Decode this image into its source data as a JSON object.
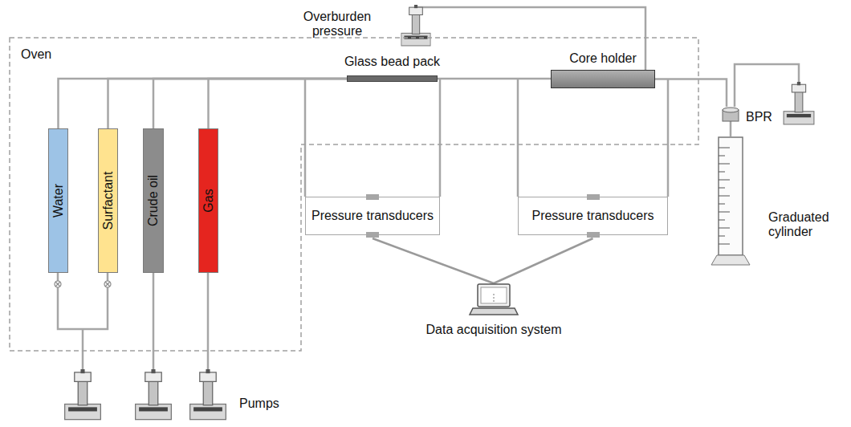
{
  "diagram": {
    "nodes": [
      {
        "text": [
          "Overburden pressure"
        ]
      },
      {
        "text": [
          "Oven"
        ]
      },
      {
        "text": [
          "Water"
        ],
        "in": 1
      },
      {
        "text": [
          "Surfactant"
        ],
        "in": 1
      },
      {
        "text": [
          "Crude oil"
        ],
        "in": 1
      },
      {
        "text": [
          "Gas"
        ],
        "in": 1
      },
      {
        "text": [
          "Glass bead pack"
        ],
        "in": 1
      },
      {
        "text": [
          "Core holder"
        ],
        "in": 1
      },
      {
        "text": [
          "Pressure transducers"
        ]
      },
      {
        "text": [
          "Pressure transducers"
        ]
      },
      {
        "text": [
          "Data acquisition system"
        ]
      },
      {
        "text": [
          "BPR"
        ]
      },
      {
        "text": [
          "Graduated cylinder"
        ]
      }
    ],
    "edges": [
      {
        "from": 2,
        "to": 6,
        "arrow": "none"
      },
      {
        "from": 3,
        "to": 6,
        "arrow": "none"
      },
      {
        "from": 4,
        "to": 6,
        "arrow": "none"
      },
      {
        "from": 5,
        "to": 6,
        "arrow": "none"
      },
      {
        "from": 6,
        "to": 7,
        "arrow": "none"
      },
      {
        "from": 6,
        "to": 8,
        "arrow": "none"
      },
      {
        "from": 7,
        "to": 9,
        "arrow": "none"
      },
      {
        "from": 8,
        "to": 10,
        "arrow": "none"
      },
      {
        "from": 9,
        "to": 10,
        "arrow": "none"
      },
      {
        "from": 7,
        "to": 11,
        "arrow": "none"
      },
      {
        "from": 11,
        "to": 12,
        "arrow": "none"
      },
      {
        "from": 0,
        "to": 7,
        "arrow": "none"
      }
    ],
    "labels": [
      "Pumps"
    ]
  }
}
